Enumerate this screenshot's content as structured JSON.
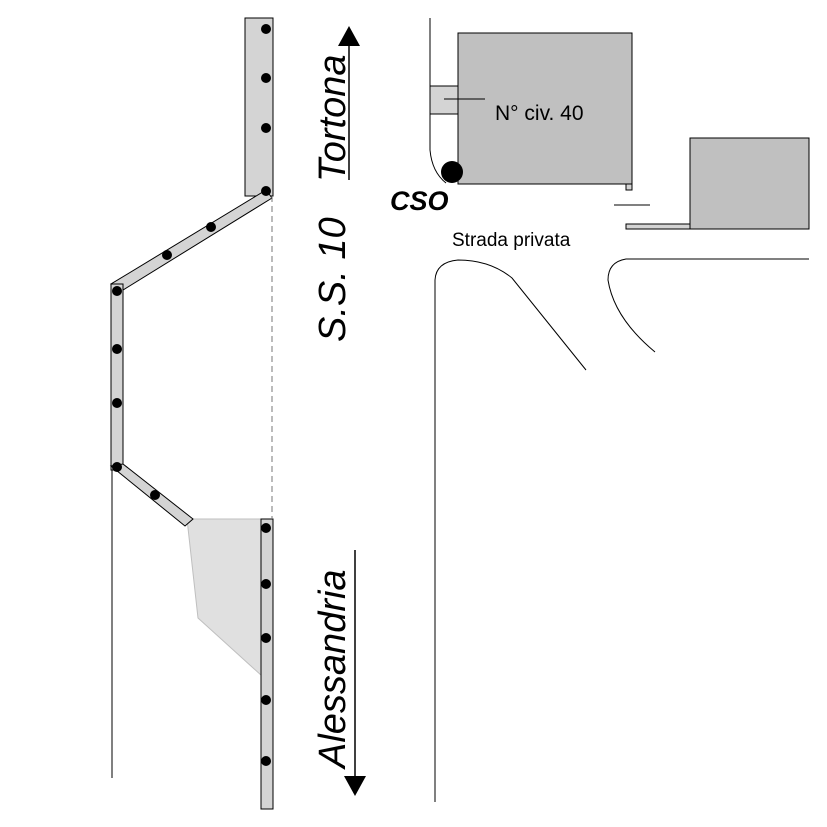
{
  "map": {
    "road_name": "S.S. 10",
    "direction_north": "Tortona",
    "direction_south": "Alessandria",
    "building_label": "N° civ. 40",
    "side_street_label": "Strada privata",
    "point_label": "CSO"
  },
  "colors": {
    "building_fill": "#c0c0c0",
    "wall_fill": "#d4d4d4",
    "shaded_area_fill": "#e0e0e0",
    "line": "#000000",
    "background": "#ffffff"
  }
}
